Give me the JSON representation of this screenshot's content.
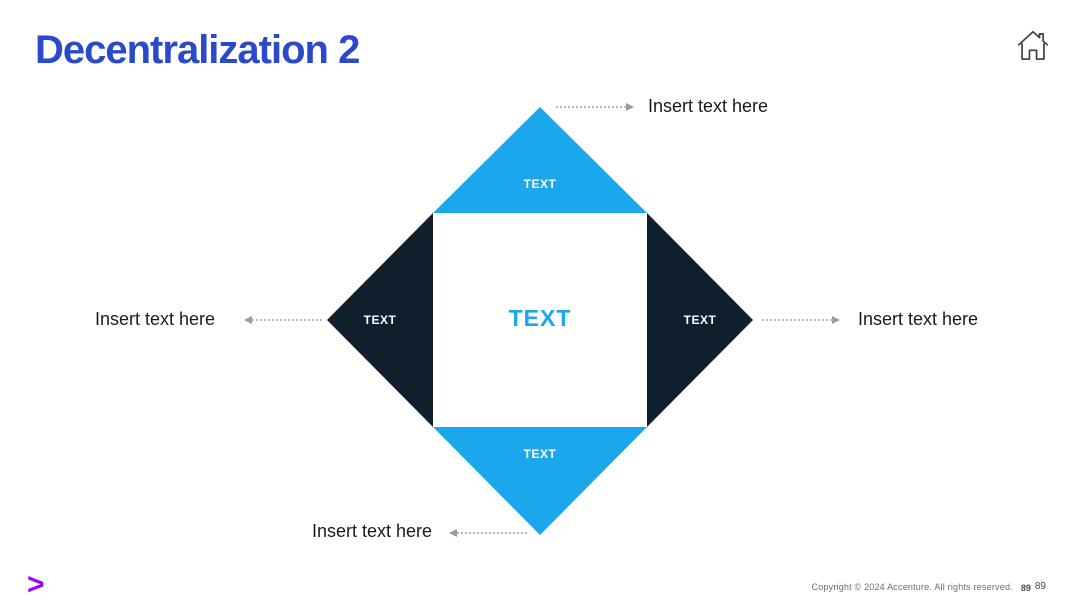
{
  "slide": {
    "title": "Decentralization 2",
    "footer": {
      "copyright": "Copyright © 2024 Accenture. All rights reserved.",
      "page_number_inner": "89",
      "page_number_outer": "89"
    },
    "logo_glyph": ">"
  },
  "icons": {
    "home": "home-icon",
    "logo": "accenture-greater-than-logo",
    "connector_arrow": "dotted-arrow"
  },
  "colors": {
    "title_blue": "#2B4ACB",
    "light_blue": "#1AA7EB",
    "dark_navy": "#101F2D",
    "accent_purple": "#A100FF",
    "connector_gray": "#B8B8B8",
    "background": "#FFFFFF"
  },
  "diagram": {
    "center": {
      "label": "TEXT"
    },
    "top": {
      "label": "TEXT",
      "callout": "Insert text here"
    },
    "right": {
      "label": "TEXT",
      "callout": "Insert text here"
    },
    "bottom": {
      "label": "TEXT",
      "callout": "Insert text here"
    },
    "left": {
      "label": "TEXT",
      "callout": "Insert text here"
    }
  }
}
